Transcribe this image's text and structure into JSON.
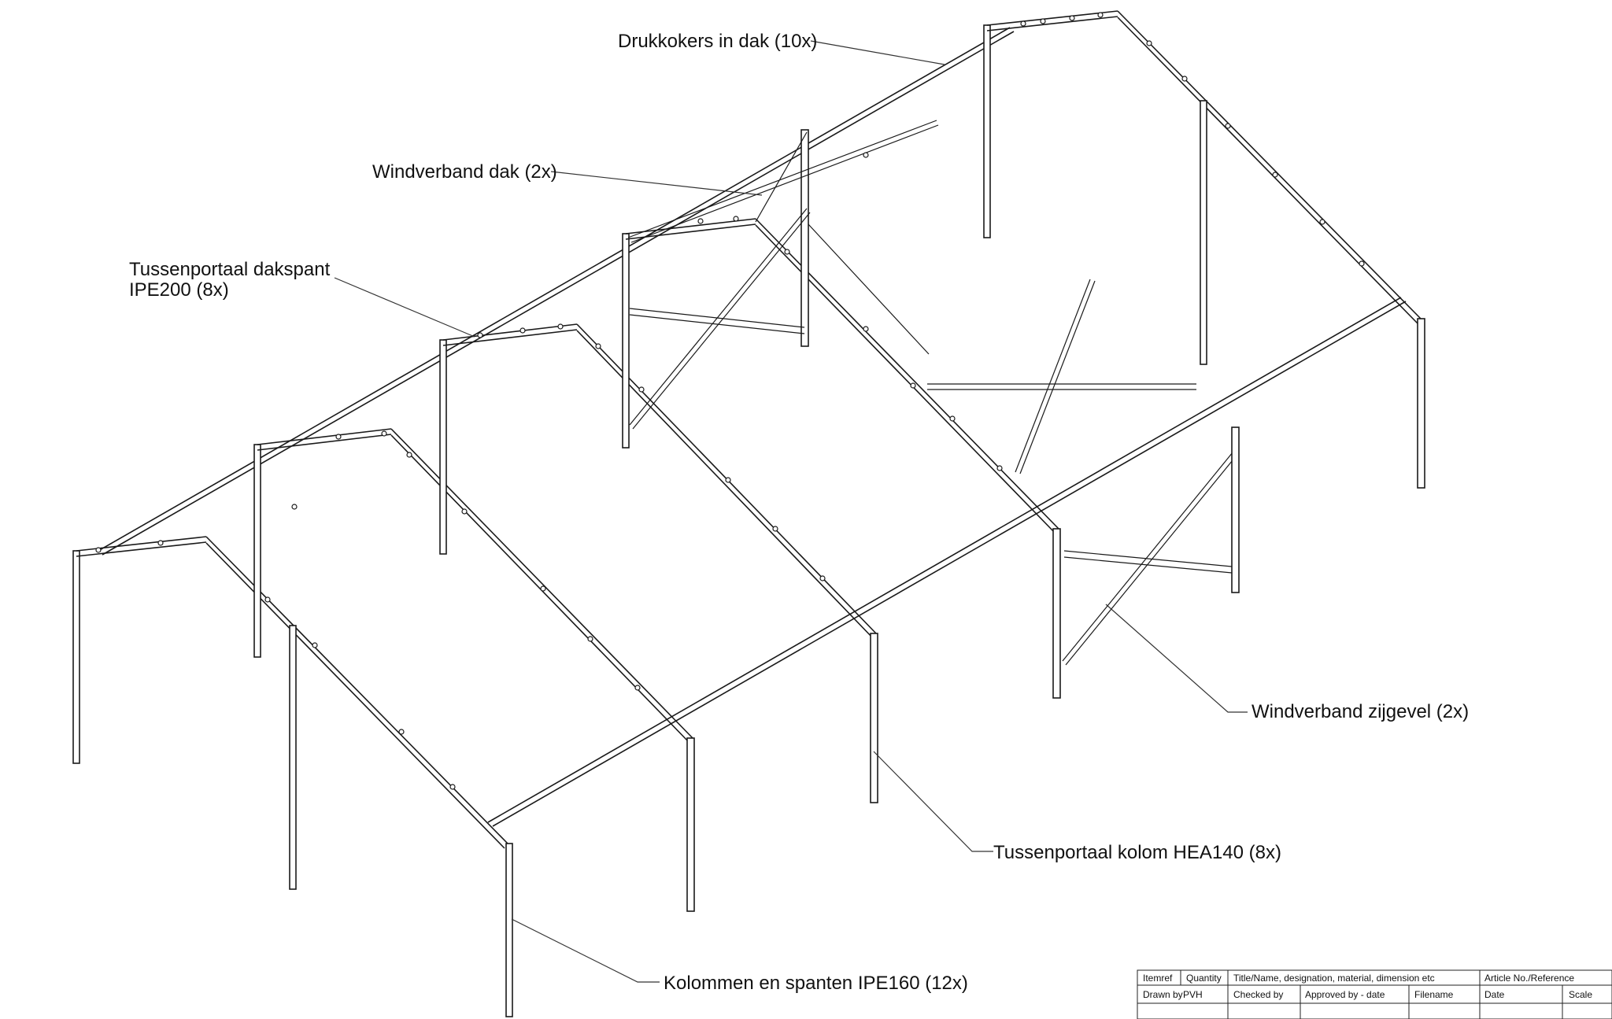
{
  "labels": {
    "drukkokers": "Drukkokers in dak (10x)",
    "windverband_dak": "Windverband dak (2x)",
    "tussenportaal_dakspant_line1": "Tussenportaal dakspant",
    "tussenportaal_dakspant_line2": "IPE200 (8x)",
    "windverband_zijgevel": "Windverband zijgevel (2x)",
    "tussenportaal_kolom": "Tussenportaal kolom HEA140 (8x)",
    "kolommen_spanten": "Kolommen en spanten IPE160 (12x)"
  },
  "title_block": {
    "itemref": "Itemref",
    "quantity": "Quantity",
    "title_desc": "Title/Name, designation, material, dimension etc",
    "article": "Article No./Reference",
    "drawn_by": "Drawn by",
    "drawn_by_value": "PVH",
    "checked_by": "Checked by",
    "approved_by": "Approved by - date",
    "filename": "Filename",
    "date": "Date",
    "scale": "Scale"
  }
}
